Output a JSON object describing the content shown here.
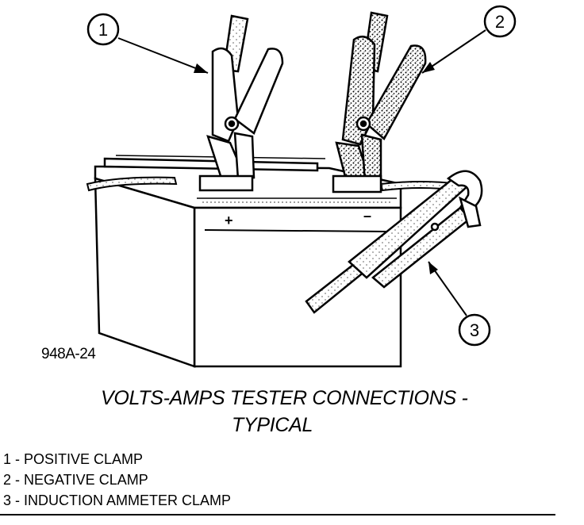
{
  "figure_code": "948A-24",
  "callouts": [
    {
      "number": "1"
    },
    {
      "number": "2"
    },
    {
      "number": "3"
    }
  ],
  "battery_terminals": {
    "positive": "+",
    "negative": "–"
  },
  "caption": {
    "line1": "VOLTS-AMPS TESTER CONNECTIONS -",
    "line2": "TYPICAL"
  },
  "legend": [
    "1 - POSITIVE CLAMP",
    "2 - NEGATIVE CLAMP",
    "3 - INDUCTION AMMETER CLAMP"
  ]
}
